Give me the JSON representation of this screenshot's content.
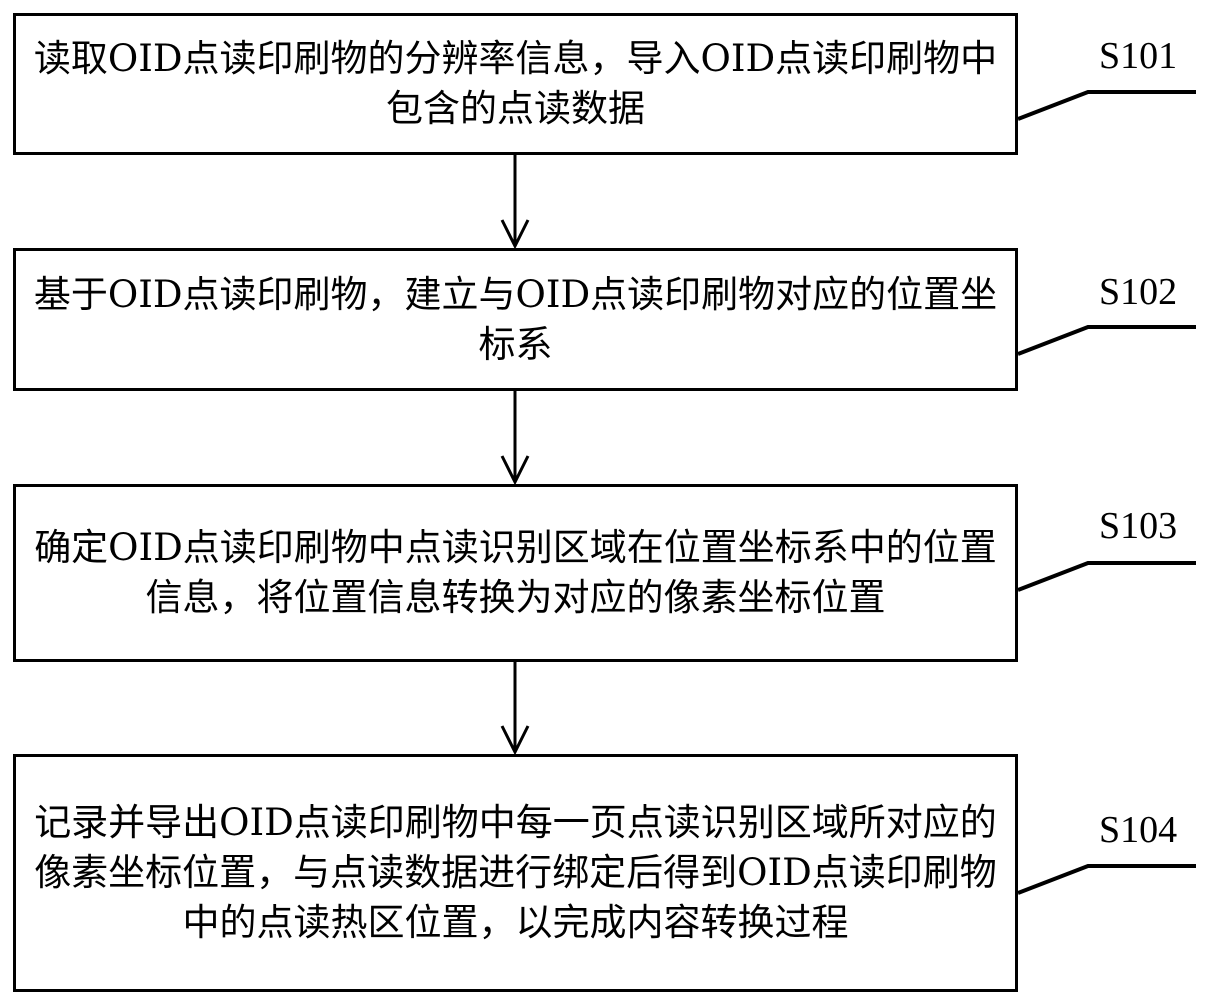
{
  "steps": [
    {
      "id": "S101",
      "text": "读取OID点读印刷物的分辨率信息，导入OID点读印刷物中包含的点读数据"
    },
    {
      "id": "S102",
      "text": "基于OID点读印刷物，建立与OID点读印刷物对应的位置坐标系"
    },
    {
      "id": "S103",
      "text": "确定OID点读印刷物中点读识别区域在位置坐标系中的位置信息，将位置信息转换为对应的像素坐标位置"
    },
    {
      "id": "S104",
      "text": "记录并导出OID点读印刷物中每一页点读识别区域所对应的像素坐标位置，与点读数据进行绑定后得到OID点读印刷物中的点读热区位置，以完成内容转换过程"
    }
  ],
  "flow": [
    {
      "from": "S101",
      "to": "S102"
    },
    {
      "from": "S102",
      "to": "S103"
    },
    {
      "from": "S103",
      "to": "S104"
    }
  ]
}
